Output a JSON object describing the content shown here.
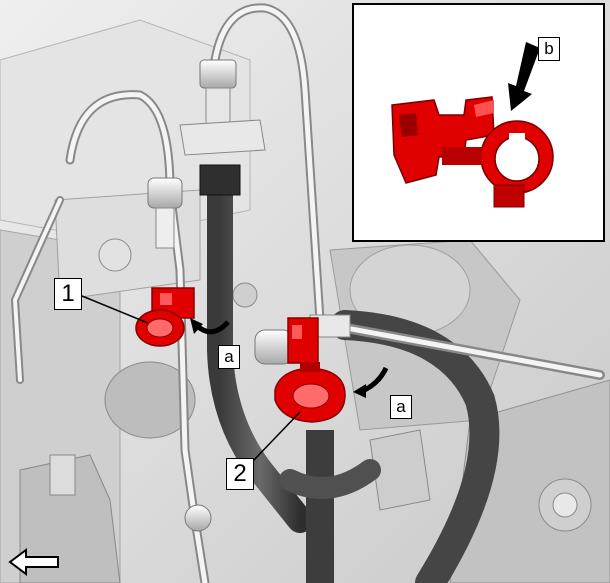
{
  "callouts": {
    "part_1": "1",
    "part_2": "2",
    "arrow_a_left": "a",
    "arrow_a_right": "a",
    "inset_b": "b"
  },
  "colors": {
    "clip": "#e00000",
    "clip_dark": "#9a0000",
    "line": "#000000",
    "background": "#d9d9d9"
  },
  "icons": {
    "direction": "left-arrow-icon",
    "rotate": "curved-arrow-icon"
  }
}
